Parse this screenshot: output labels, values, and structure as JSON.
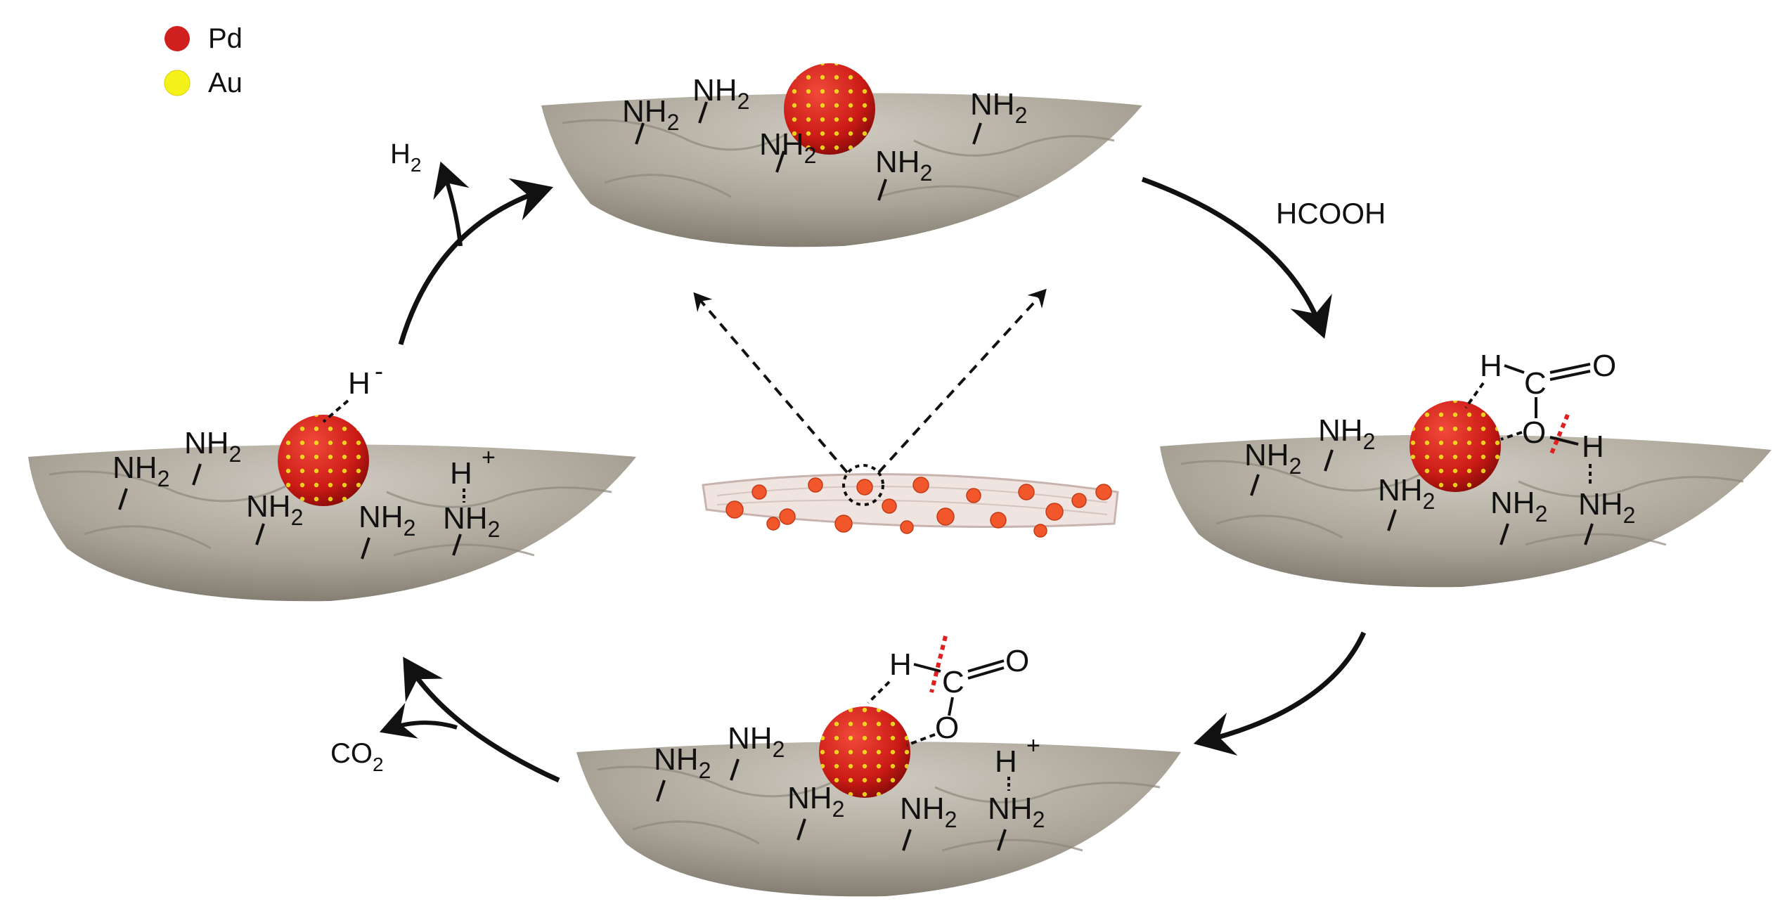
{
  "legend": [
    {
      "label": "Pd",
      "color": "#d0201e"
    },
    {
      "label": "Au",
      "color": "#f5f21a"
    }
  ],
  "reagents": {
    "hcooh": "HCOOH",
    "h2_main": "H",
    "h2_sub": "2",
    "co2_main": "CO",
    "co2_sub": "2"
  },
  "groups": {
    "nh_main": "NH",
    "nh_sub": "2",
    "hydride": "H",
    "hydride_charge": "-",
    "proton_charge": "+",
    "formate_h": "H",
    "formate_c": "C",
    "formate_o": "O"
  },
  "colors": {
    "support": "#b8b2a6",
    "support_dark": "#8d877c",
    "pd": "#d0201e",
    "au": "#f5f21a",
    "bond_break": "#e02020",
    "arrow": "#111111"
  }
}
